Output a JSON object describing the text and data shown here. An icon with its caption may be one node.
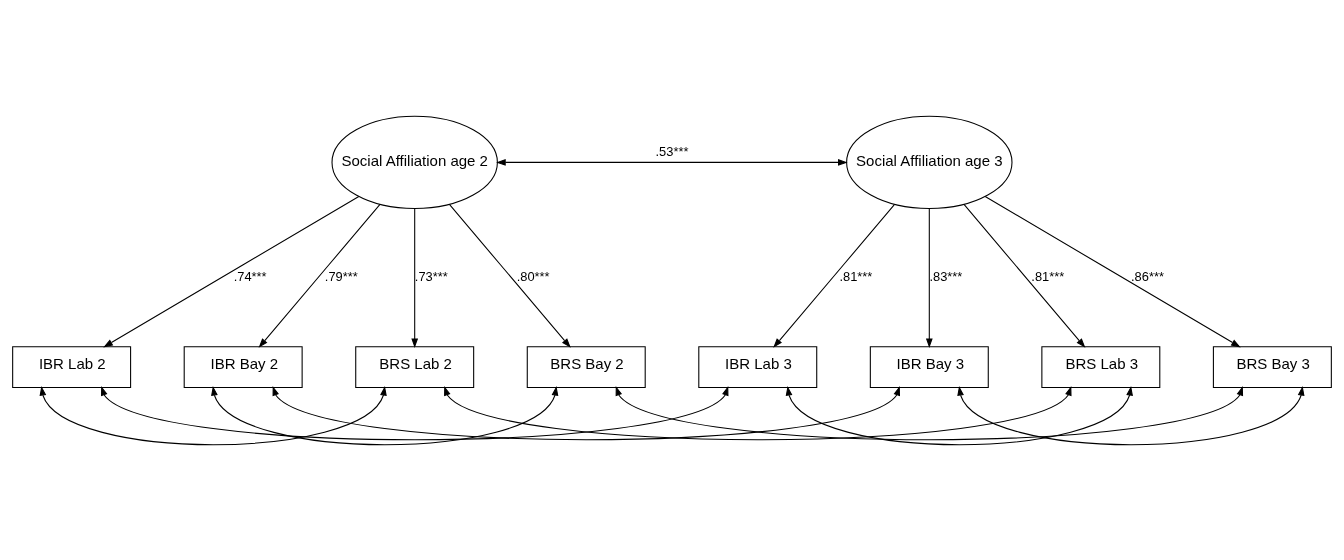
{
  "diagram": {
    "nodes": [
      {
        "text": [
          "Social Affiliation age 2"
        ]
      },
      {
        "text": [
          "Social Affiliation age 3"
        ]
      },
      {
        "text": [
          "IBR Lab 2"
        ]
      },
      {
        "text": [
          "IBR Bay 2"
        ]
      },
      {
        "text": [
          "BRS Lab 2"
        ]
      },
      {
        "text": [
          "BRS Bay 2"
        ]
      },
      {
        "text": [
          "IBR Lab 3"
        ]
      },
      {
        "text": [
          "IBR Bay 3"
        ]
      },
      {
        "text": [
          "BRS Lab 3"
        ]
      },
      {
        "text": [
          "BRS Bay 3"
        ]
      }
    ],
    "edges": [
      {
        "from": 0,
        "to": 1,
        "arrow": "both",
        "label": ".53***"
      },
      {
        "from": 0,
        "to": 2,
        "arrow": "to",
        "label": ".74***"
      },
      {
        "from": 0,
        "to": 3,
        "arrow": "to",
        "label": ".79***"
      },
      {
        "from": 0,
        "to": 4,
        "arrow": "to",
        "label": ".73***"
      },
      {
        "from": 0,
        "to": 5,
        "arrow": "to",
        "label": ".80***"
      },
      {
        "from": 1,
        "to": 6,
        "arrow": "to",
        "label": ".81***"
      },
      {
        "from": 1,
        "to": 7,
        "arrow": "to",
        "label": ".83***"
      },
      {
        "from": 1,
        "to": 8,
        "arrow": "to",
        "label": ".81***"
      },
      {
        "from": 1,
        "to": 9,
        "arrow": "to",
        "label": ".86***"
      },
      {
        "from": 2,
        "to": 4,
        "arrow": "both"
      },
      {
        "from": 2,
        "to": 6,
        "arrow": "both"
      },
      {
        "from": 3,
        "to": 5,
        "arrow": "both"
      },
      {
        "from": 3,
        "to": 7,
        "arrow": "both"
      },
      {
        "from": 4,
        "to": 8,
        "arrow": "both"
      },
      {
        "from": 5,
        "to": 9,
        "arrow": "both"
      },
      {
        "from": 6,
        "to": 8,
        "arrow": "both"
      },
      {
        "from": 7,
        "to": 9,
        "arrow": "both"
      }
    ]
  }
}
